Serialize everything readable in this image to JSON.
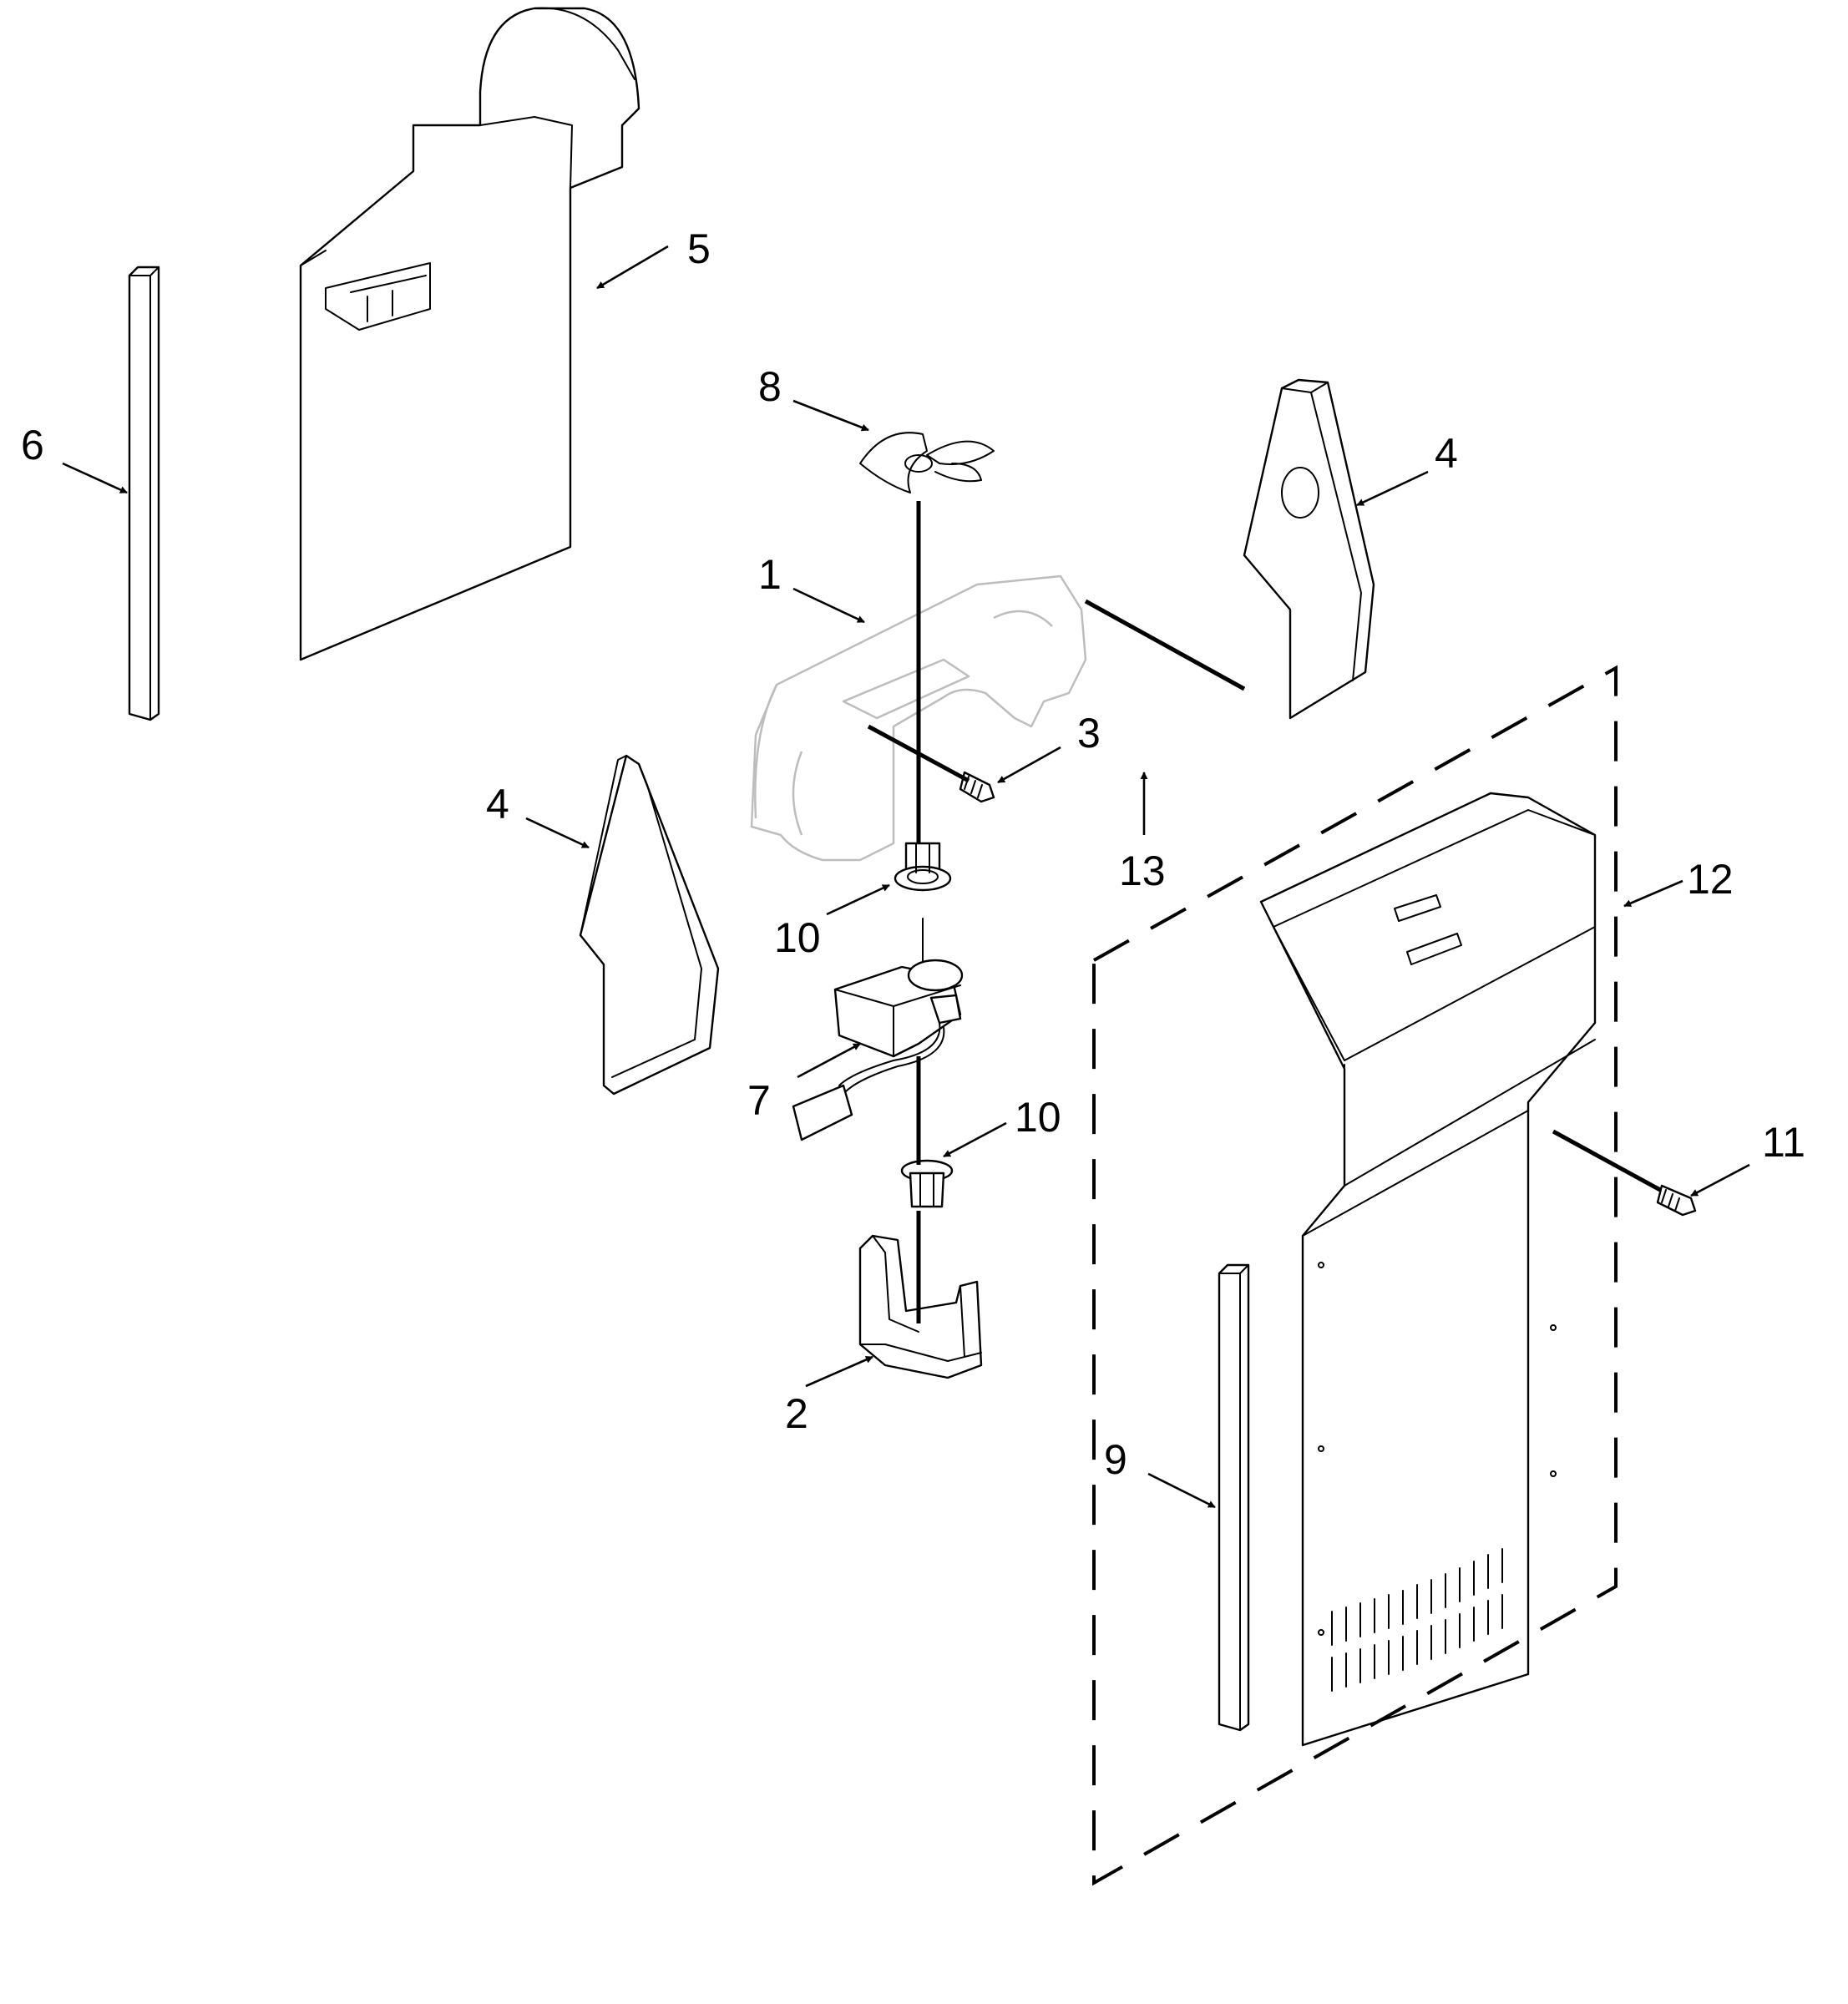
{
  "callouts": {
    "c1": "1",
    "c2": "2",
    "c3": "3",
    "c4a": "4",
    "c4b": "4",
    "c5": "5",
    "c6": "6",
    "c7": "7",
    "c8": "8",
    "c9": "9",
    "c10a": "10",
    "c10b": "10",
    "c11": "11",
    "c12": "12",
    "c13": "13"
  }
}
